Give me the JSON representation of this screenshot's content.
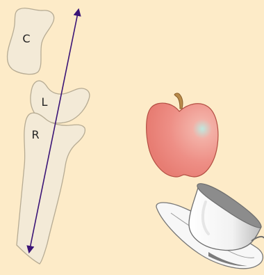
{
  "labels": {
    "c": "C",
    "l": "L",
    "r": "R"
  },
  "colors": {
    "background": "#fdebc8",
    "bone_fill": "#f3ead7",
    "bone_stroke": "#b6ab93",
    "arrow": "#3b1477",
    "apple_fill": "#ee8f86",
    "apple_stroke": "#b34f43",
    "cup_fill": "#f2f2f2",
    "cup_stroke": "#6e6e6e"
  }
}
